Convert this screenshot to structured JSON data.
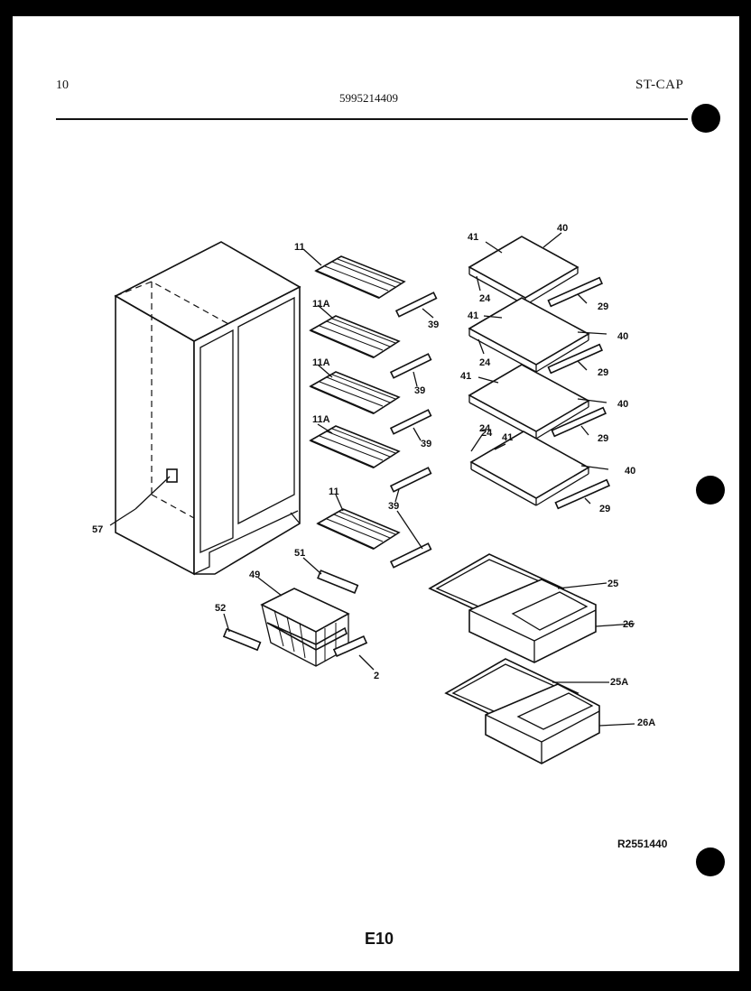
{
  "header": {
    "page_number": "10",
    "model_number": "5995214409",
    "catalog_code": "ST-CAP"
  },
  "footer": {
    "reference_code": "R2551440",
    "page_id": "E10"
  },
  "callouts": {
    "shelf_top": "11",
    "shelf_a1": "11A",
    "shelf_a2": "11A",
    "shelf_a3": "11A",
    "shelf_bottom": "11",
    "trim_1": "39",
    "trim_2": "39",
    "trim_3": "39",
    "trim_4": "39",
    "cabinet_part": "57",
    "retainer": "51",
    "basket": "49",
    "bracket": "52",
    "basket_rail": "2",
    "glass_edge_1": "41",
    "glass_edge_2": "41",
    "glass_edge_3": "41",
    "glass_edge_4": "41",
    "glass_shelf_1": "40",
    "glass_shelf_2": "40",
    "glass_shelf_3": "40",
    "glass_shelf_4": "40",
    "shelf_support_1": "24",
    "shelf_support_2": "24",
    "shelf_support_3": "24",
    "shelf_support_4": "24",
    "glass_trim_1": "29",
    "glass_trim_2": "29",
    "glass_trim_3": "29",
    "glass_trim_4": "29",
    "pan_cover_upper": "25",
    "pan_upper": "26",
    "pan_cover_lower": "25A",
    "pan_lower": "26A"
  }
}
